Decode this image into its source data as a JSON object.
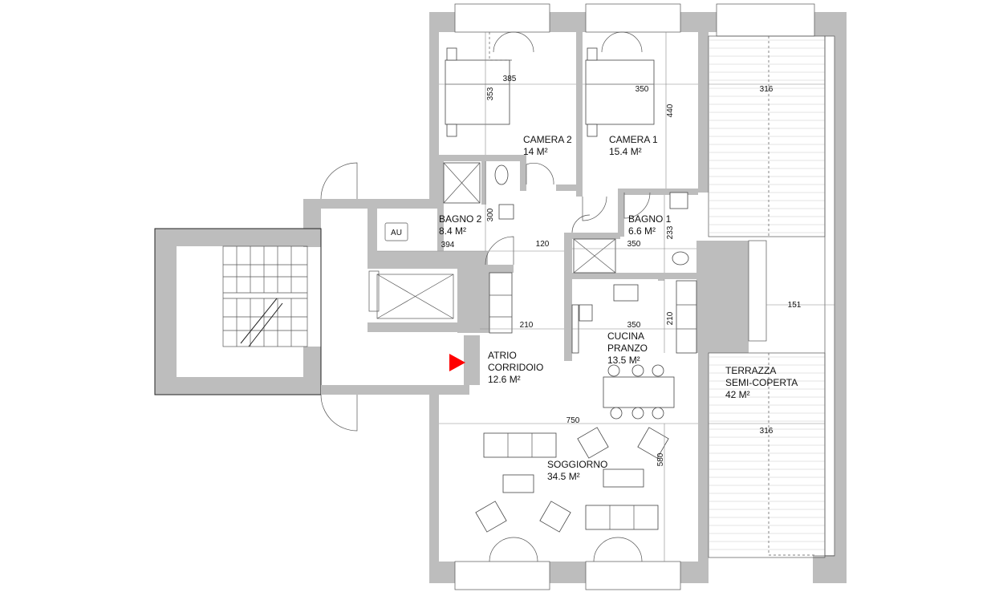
{
  "rooms": {
    "camera2": {
      "name": "CAMERA 2",
      "area": "14 M²"
    },
    "camera1": {
      "name": "CAMERA 1",
      "area": "15.4 M²"
    },
    "bagno2": {
      "name": "BAGNO 2",
      "area": "8.4 M²"
    },
    "bagno1": {
      "name": "BAGNO 1",
      "area": "6.6 M²"
    },
    "atrio": {
      "name1": "ATRIO",
      "name2": "CORRIDOIO",
      "area": "12.6 M²"
    },
    "cucina": {
      "name1": "CUCINA",
      "name2": "PRANZO",
      "area": "13.5 M²"
    },
    "soggiorno": {
      "name": "SOGGIORNO",
      "area": "34.5 M²"
    },
    "terrazza": {
      "name1": "TERRAZZA",
      "name2": "SEMI-COPERTA",
      "area": "42 M²"
    }
  },
  "dimensions": {
    "d385": "385",
    "d353": "353",
    "d350a": "350",
    "d440": "440",
    "d316a": "316",
    "d300": "300",
    "d394": "394",
    "d120": "120",
    "d350b": "350",
    "d233": "233",
    "d151": "151",
    "d210a": "210",
    "d350c": "350",
    "d210b": "210",
    "d750": "750",
    "d316b": "316",
    "d580": "580"
  },
  "lift_label": "AU",
  "entrance_marker_color": "#ff0000"
}
